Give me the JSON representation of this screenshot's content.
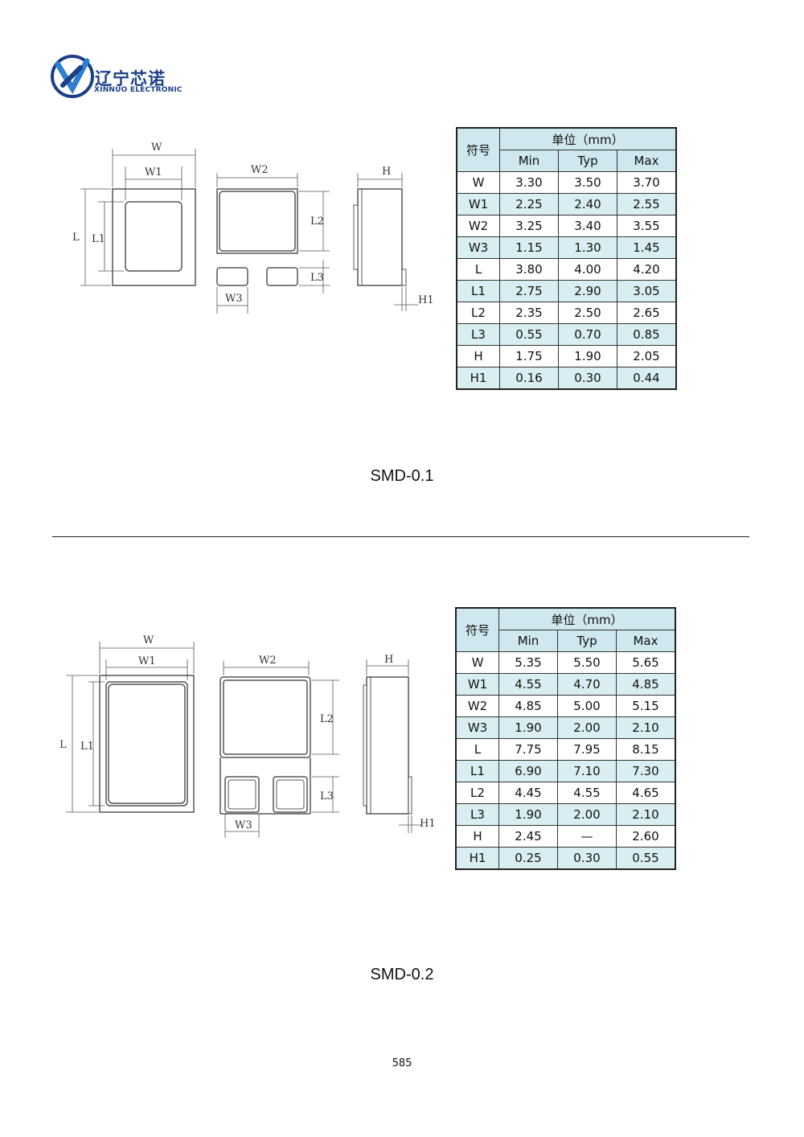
{
  "brand": {
    "name_cn": "辽宁芯诺",
    "name_en": "XINNUO ELECTRONIC"
  },
  "colors": {
    "brand_blue": "#1b3f86",
    "table_header": "#cfe7ef",
    "row_alt": "#d9eef2"
  },
  "dims": {
    "W": "W",
    "W1": "W1",
    "W2": "W2",
    "W3": "W3",
    "L": "L",
    "L1": "L1",
    "L2": "L2",
    "L3": "L3",
    "H": "H",
    "H1": "H1"
  },
  "sections": [
    {
      "caption": "SMD-0.1",
      "table": {
        "symbol_header": "符号",
        "unit_header": "单位（mm）",
        "columns": [
          "Min",
          "Typ",
          "Max"
        ],
        "rows": [
          [
            "W",
            "3.30",
            "3.50",
            "3.70"
          ],
          [
            "W1",
            "2.25",
            "2.40",
            "2.55"
          ],
          [
            "W2",
            "3.25",
            "3.40",
            "3.55"
          ],
          [
            "W3",
            "1.15",
            "1.30",
            "1.45"
          ],
          [
            "L",
            "3.80",
            "4.00",
            "4.20"
          ],
          [
            "L1",
            "2.75",
            "2.90",
            "3.05"
          ],
          [
            "L2",
            "2.35",
            "2.50",
            "2.65"
          ],
          [
            "L3",
            "0.55",
            "0.70",
            "0.85"
          ],
          [
            "H",
            "1.75",
            "1.90",
            "2.05"
          ],
          [
            "H1",
            "0.16",
            "0.30",
            "0.44"
          ]
        ]
      }
    },
    {
      "caption": "SMD-0.2",
      "table": {
        "symbol_header": "符号",
        "unit_header": "单位（mm）",
        "columns": [
          "Min",
          "Typ",
          "Max"
        ],
        "rows": [
          [
            "W",
            "5.35",
            "5.50",
            "5.65"
          ],
          [
            "W1",
            "4.55",
            "4.70",
            "4.85"
          ],
          [
            "W2",
            "4.85",
            "5.00",
            "5.15"
          ],
          [
            "W3",
            "1.90",
            "2.00",
            "2.10"
          ],
          [
            "L",
            "7.75",
            "7.95",
            "8.15"
          ],
          [
            "L1",
            "6.90",
            "7.10",
            "7.30"
          ],
          [
            "L2",
            "4.45",
            "4.55",
            "4.65"
          ],
          [
            "L3",
            "1.90",
            "2.00",
            "2.10"
          ],
          [
            "H",
            "2.45",
            "—",
            "2.60"
          ],
          [
            "H1",
            "0.25",
            "0.30",
            "0.55"
          ]
        ]
      }
    }
  ],
  "page_number": "585"
}
